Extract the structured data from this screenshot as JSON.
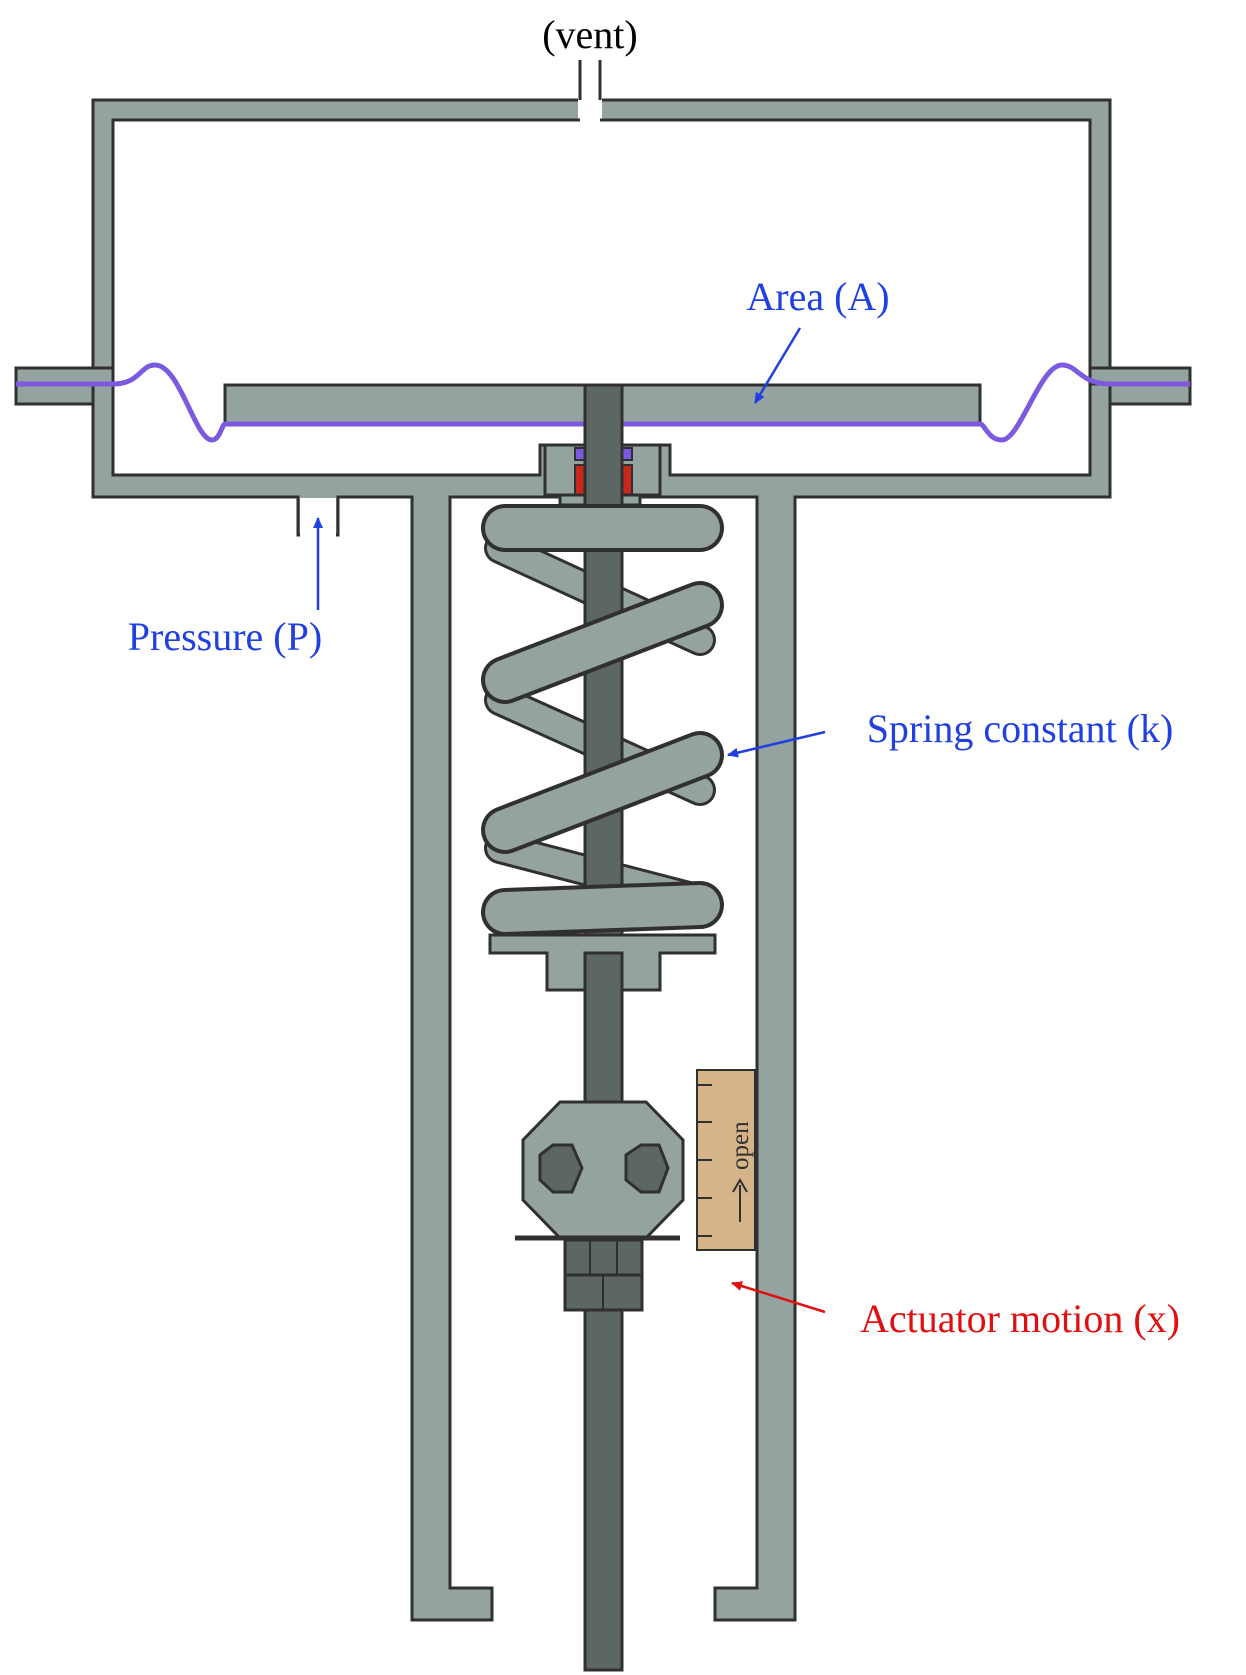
{
  "labels": {
    "vent": "(vent)",
    "area": "Area (A)",
    "pressure": "Pressure (P)",
    "spring": "Spring constant (k)",
    "motion": "Actuator motion (x)",
    "scale": "open"
  },
  "colors": {
    "metal": "#95a3a0",
    "outline": "#303030",
    "stem": "#5c6663",
    "diaphragm": "#7b5ae0",
    "annotation": "#2040e0",
    "motion_label": "#e01010",
    "scale_fill": "#d5b48a",
    "seal_red": "#c8281c"
  },
  "icons": {
    "scale_arrow": "arrow-right-icon",
    "bolt_heads": "hex-nut-icon"
  }
}
